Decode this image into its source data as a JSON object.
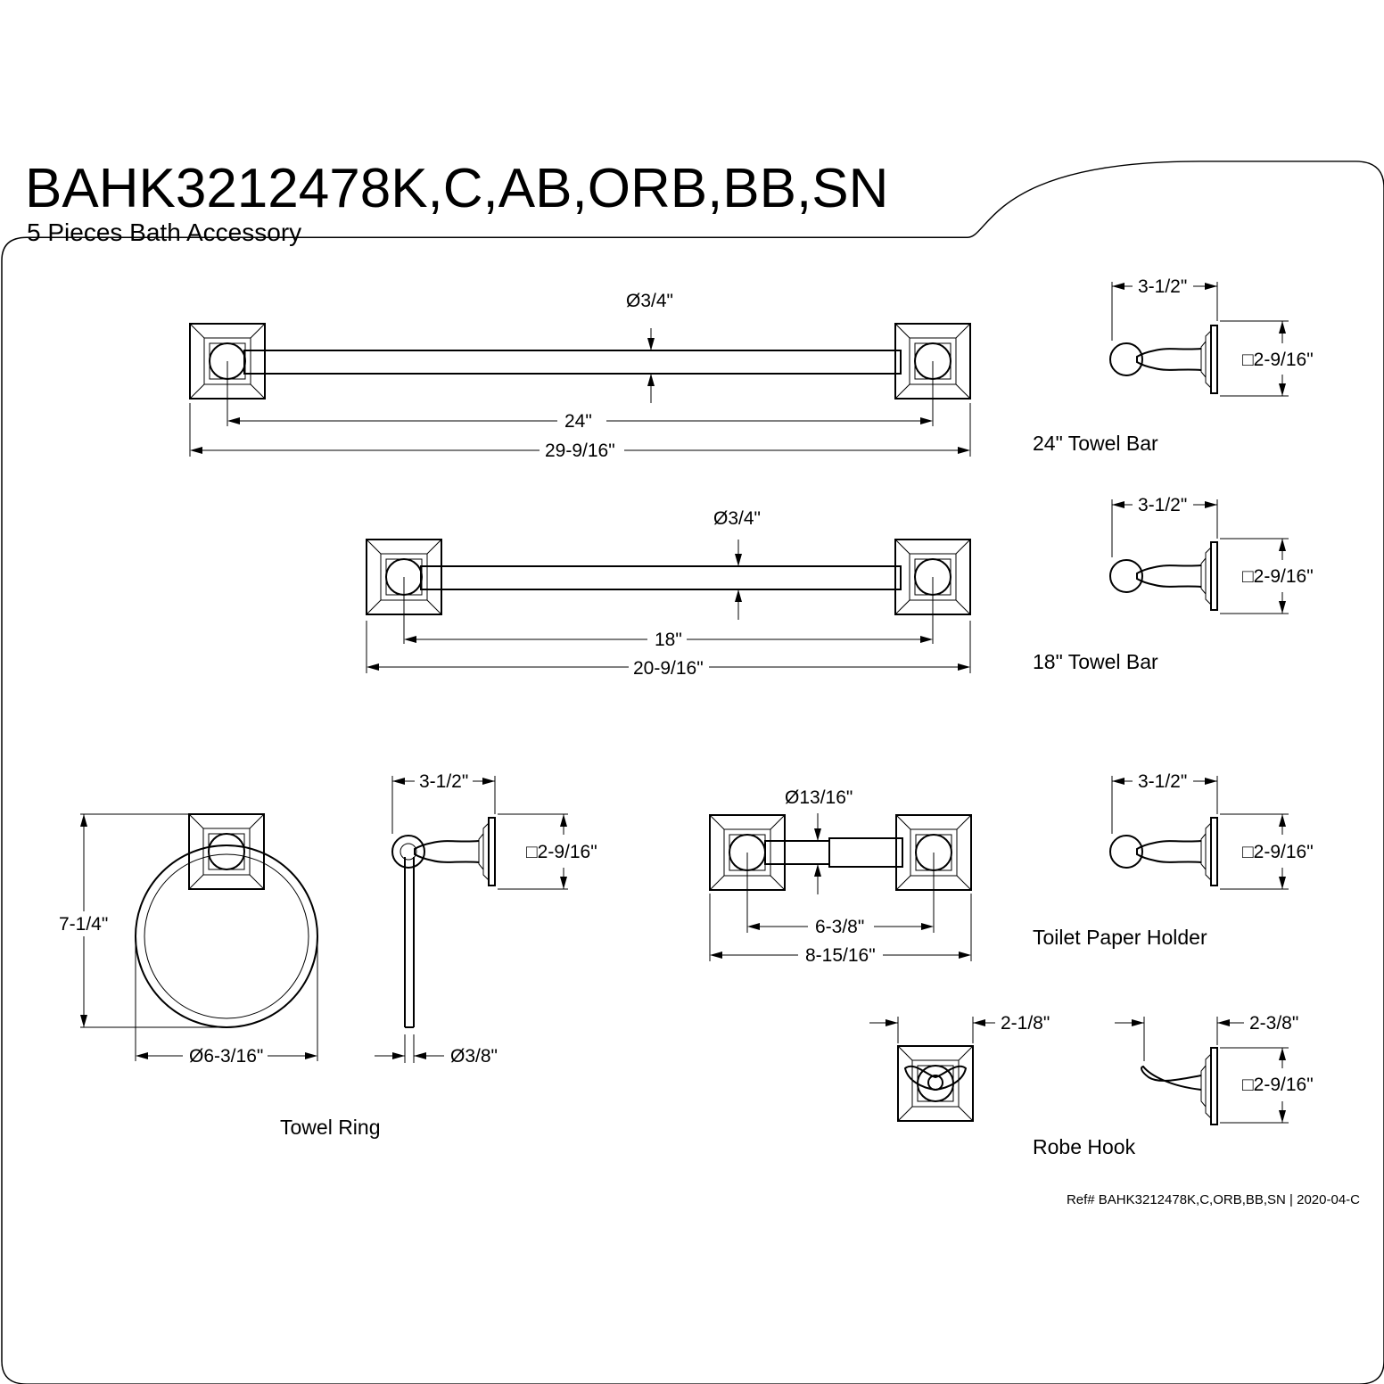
{
  "header": {
    "model": "BAHK3212478K,C,AB,ORB,BB,SN",
    "subtitle": "5 Pieces Bath Accessory"
  },
  "towel_bar_24": {
    "diameter": "Ø3/4\"",
    "center": "24\"",
    "overall": "29-9/16\"",
    "projection": "3-1/2\"",
    "base": "□2-9/16\"",
    "label": "24\" Towel Bar"
  },
  "towel_bar_18": {
    "diameter": "Ø3/4\"",
    "center": "18\"",
    "overall": "20-9/16\"",
    "projection": "3-1/2\"",
    "base": "□2-9/16\"",
    "label": "18\" Towel Bar"
  },
  "towel_ring": {
    "height": "7-1/4\"",
    "ring_diameter": "Ø6-3/16\"",
    "projection": "3-1/2\"",
    "base": "□2-9/16\"",
    "rod_diameter": "Ø3/8\"",
    "label": "Towel Ring"
  },
  "toilet_paper_holder": {
    "diameter": "Ø13/16\"",
    "center": "6-3/8\"",
    "overall": "8-15/16\"",
    "projection": "3-1/2\"",
    "base": "□2-9/16\"",
    "label": "Toilet Paper Holder"
  },
  "robe_hook": {
    "width": "2-1/8\"",
    "projection": "2-3/8\"",
    "base": "□2-9/16\"",
    "label": "Robe Hook"
  },
  "footer": {
    "ref": "Ref# BAHK3212478K,C,ORB,BB,SN | 2020-04-C"
  }
}
